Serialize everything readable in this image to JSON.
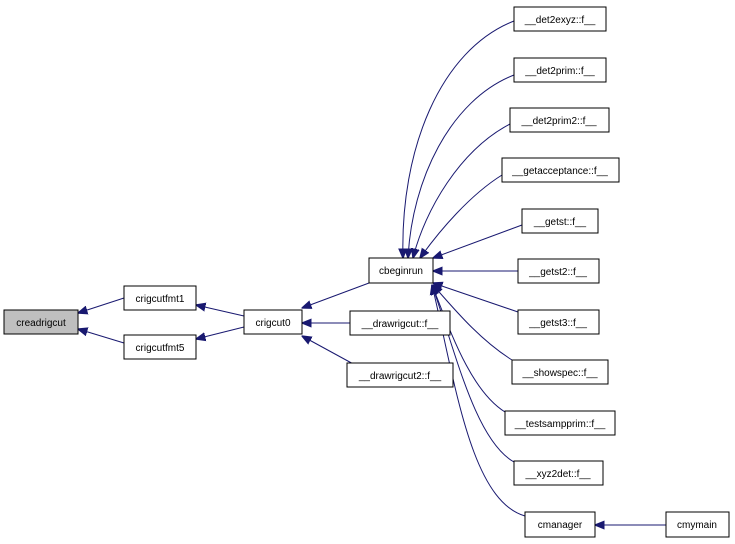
{
  "diagram": {
    "nodes": {
      "creadrigcut": "creadrigcut",
      "crigcutfmt1": "crigcutfmt1",
      "crigcutfmt5": "crigcutfmt5",
      "crigcut0": "crigcut0",
      "cbeginrun": "cbeginrun",
      "drawrigcut": "__drawrigcut::f__",
      "drawrigcut2": "__drawrigcut2::f__",
      "det2exyz": "__det2exyz::f__",
      "det2prim": "__det2prim::f__",
      "det2prim2": "__det2prim2::f__",
      "getacceptance": "__getacceptance::f__",
      "getst": "__getst::f__",
      "getst2": "__getst2::f__",
      "getst3": "__getst3::f__",
      "showspec": "__showspec::f__",
      "testsampprim": "__testsampprim::f__",
      "xyz2det": "__xyz2det::f__",
      "cmanager": "cmanager",
      "cmymain": "cmymain"
    },
    "edges": [
      {
        "from": "crigcutfmt1",
        "to": "creadrigcut"
      },
      {
        "from": "crigcutfmt5",
        "to": "creadrigcut"
      },
      {
        "from": "crigcut0",
        "to": "crigcutfmt1"
      },
      {
        "from": "crigcut0",
        "to": "crigcutfmt5"
      },
      {
        "from": "cbeginrun",
        "to": "crigcut0"
      },
      {
        "from": "drawrigcut",
        "to": "crigcut0"
      },
      {
        "from": "drawrigcut2",
        "to": "crigcut0"
      },
      {
        "from": "det2exyz",
        "to": "cbeginrun"
      },
      {
        "from": "det2prim",
        "to": "cbeginrun"
      },
      {
        "from": "det2prim2",
        "to": "cbeginrun"
      },
      {
        "from": "getacceptance",
        "to": "cbeginrun"
      },
      {
        "from": "getst",
        "to": "cbeginrun"
      },
      {
        "from": "getst2",
        "to": "cbeginrun"
      },
      {
        "from": "getst3",
        "to": "cbeginrun"
      },
      {
        "from": "showspec",
        "to": "cbeginrun"
      },
      {
        "from": "testsampprim",
        "to": "cbeginrun"
      },
      {
        "from": "xyz2det",
        "to": "cbeginrun"
      },
      {
        "from": "cmanager",
        "to": "cbeginrun"
      },
      {
        "from": "cmymain",
        "to": "cmanager"
      }
    ],
    "colors": {
      "edge": "#191970",
      "root_fill": "#bfbfbf",
      "node_fill": "#ffffff",
      "node_border": "#000000"
    }
  }
}
